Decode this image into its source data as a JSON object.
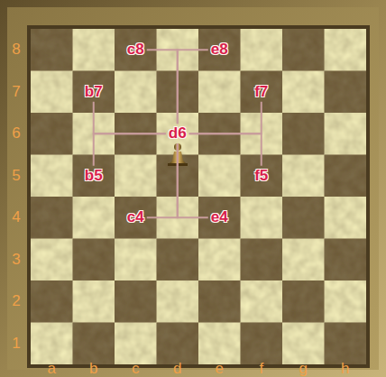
{
  "diagram": {
    "nodes": [
      {
        "text": [
          "c8"
        ]
      },
      {
        "text": [
          "e8"
        ]
      },
      {
        "text": [
          "b7"
        ]
      },
      {
        "text": [
          "f7"
        ]
      },
      {
        "text": [
          "d6"
        ]
      },
      {
        "text": [
          "b5"
        ]
      },
      {
        "text": [
          "f5"
        ]
      },
      {
        "text": [
          "c4"
        ]
      },
      {
        "text": [
          "e4"
        ]
      }
    ],
    "edges": [
      {
        "from": 4,
        "to": 0,
        "arrow": "none"
      },
      {
        "from": 4,
        "to": 1,
        "arrow": "none"
      },
      {
        "from": 4,
        "to": 2,
        "arrow": "none"
      },
      {
        "from": 4,
        "to": 3,
        "arrow": "none"
      },
      {
        "from": 4,
        "to": 5,
        "arrow": "none"
      },
      {
        "from": 4,
        "to": 6,
        "arrow": "none"
      },
      {
        "from": 4,
        "to": 7,
        "arrow": "none"
      },
      {
        "from": 4,
        "to": 8,
        "arrow": "none"
      }
    ],
    "labels": [
      "8",
      "7",
      "6",
      "5",
      "4",
      "3",
      "2",
      "1",
      "a",
      "b",
      "c",
      "d",
      "e",
      "f",
      "g",
      "h"
    ]
  }
}
